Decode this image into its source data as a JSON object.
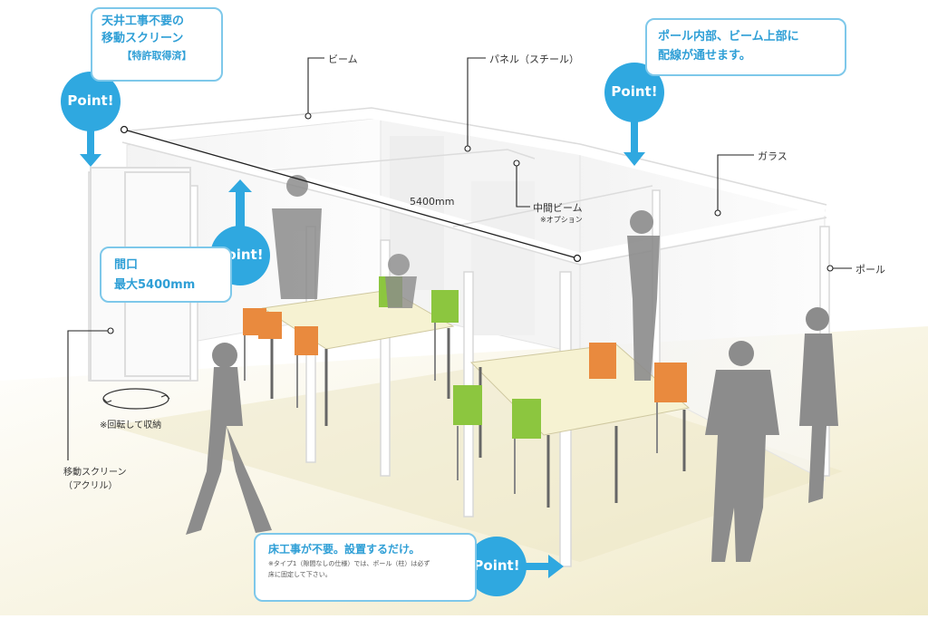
{
  "callouts": {
    "screen": {
      "line1": "天井工事不要の",
      "line2": "移動スクリーン",
      "line3": "【特許取得済】"
    },
    "wiring": {
      "line1": "ポール内部、ビーム上部に",
      "line2": "配線が通せます。"
    },
    "width": {
      "line1": "間口",
      "line2": "最大5400mm"
    },
    "floor": {
      "title": "床工事が不要。設置するだけ。",
      "note1": "※タイプ1（隙間なしの仕様）では、ポール（柱）は必ず",
      "note2": "床に固定して下さい。"
    }
  },
  "point_label": "Point!",
  "labels": {
    "beam": "ビーム",
    "panel": "パネル（スチール）",
    "glass": "ガラス",
    "mid_beam": "中間ビーム",
    "mid_beam_note": "※オプション",
    "pole": "ポール",
    "dimension": "5400mm",
    "rotate": "※回転して収納",
    "screen_line1": "移動スクリーン",
    "screen_line2": "（アクリル）"
  },
  "colors": {
    "accent": "#2fa8e0",
    "callout_border": "#7ec8ea",
    "floor": "#f3efd6",
    "silhouette": "#8c8c8c",
    "table_top": "#f6f2d2",
    "chair_orange": "#e98a3e",
    "chair_green": "#8cc63f"
  }
}
